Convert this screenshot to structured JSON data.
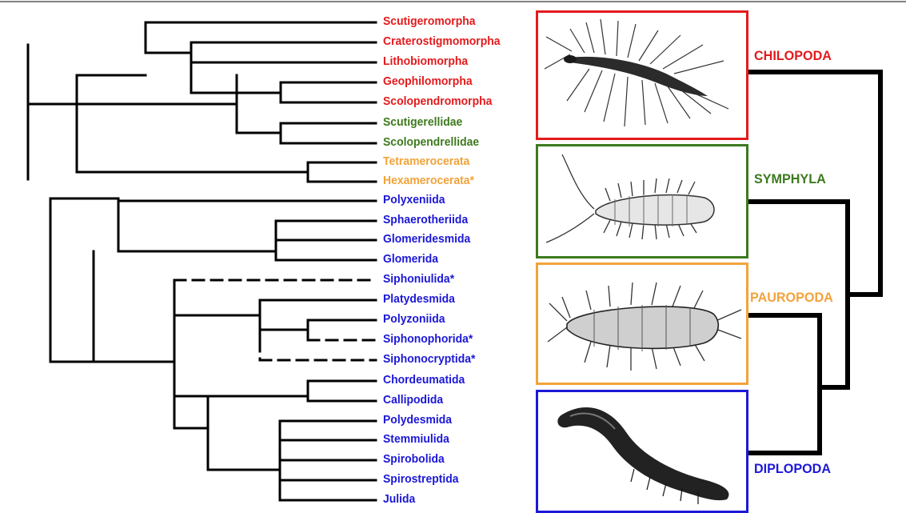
{
  "colors": {
    "chilopoda": "#e31a1c",
    "symphyla": "#3d7a1e",
    "pauropoda": "#f2a33a",
    "diplopoda": "#1c18d6",
    "tree": "#000000"
  },
  "taxa": [
    {
      "name": "Scutigeromorpha",
      "group": "chilopoda"
    },
    {
      "name": "Craterostigmomorpha",
      "group": "chilopoda"
    },
    {
      "name": "Lithobiomorpha",
      "group": "chilopoda"
    },
    {
      "name": "Geophilomorpha",
      "group": "chilopoda"
    },
    {
      "name": "Scolopendromorpha",
      "group": "chilopoda"
    },
    {
      "name": "Scutigerellidae",
      "group": "symphyla"
    },
    {
      "name": "Scolopendrellidae",
      "group": "symphyla"
    },
    {
      "name": "Tetramerocerata",
      "group": "pauropoda"
    },
    {
      "name": "Hexamerocerata*",
      "group": "pauropoda"
    },
    {
      "name": "Polyxeniida",
      "group": "diplopoda"
    },
    {
      "name": "Sphaerotheriida",
      "group": "diplopoda"
    },
    {
      "name": "Glomeridesmida",
      "group": "diplopoda"
    },
    {
      "name": "Glomerida",
      "group": "diplopoda"
    },
    {
      "name": "Siphoniulida*",
      "group": "diplopoda"
    },
    {
      "name": "Platydesmida",
      "group": "diplopoda"
    },
    {
      "name": "Polyzoniida",
      "group": "diplopoda"
    },
    {
      "name": "Siphonophorida*",
      "group": "diplopoda"
    },
    {
      "name": "Siphonocryptida*",
      "group": "diplopoda"
    },
    {
      "name": "Chordeumatida",
      "group": "diplopoda"
    },
    {
      "name": "Callipodida",
      "group": "diplopoda"
    },
    {
      "name": "Polydesmida",
      "group": "diplopoda"
    },
    {
      "name": "Stemmiulida",
      "group": "diplopoda"
    },
    {
      "name": "Spirobolida",
      "group": "diplopoda"
    },
    {
      "name": "Spirostreptida",
      "group": "diplopoda"
    },
    {
      "name": "Julida",
      "group": "diplopoda"
    }
  ],
  "groups": [
    {
      "key": "chilopoda",
      "label": "CHILOPODA",
      "image": "centipede-illustration"
    },
    {
      "key": "symphyla",
      "label": "SYMPHYLA",
      "image": "symphylan-illustration"
    },
    {
      "key": "pauropoda",
      "label": "PAUROPODA",
      "image": "pauropod-illustration"
    },
    {
      "key": "diplopoda",
      "label": "DIPLOPODA",
      "image": "millipede-illustration"
    }
  ]
}
